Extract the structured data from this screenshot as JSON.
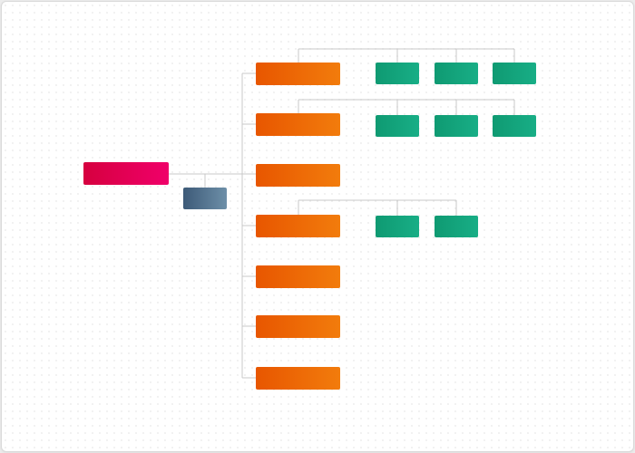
{
  "diagram": {
    "root": {
      "id": "root",
      "label": ""
    },
    "hub": {
      "id": "hub",
      "label": ""
    },
    "branches": [
      {
        "id": "b1",
        "label": "",
        "children": [
          {
            "id": "b1-l1",
            "label": ""
          },
          {
            "id": "b1-l2",
            "label": ""
          },
          {
            "id": "b1-l3",
            "label": ""
          }
        ]
      },
      {
        "id": "b2",
        "label": "",
        "children": [
          {
            "id": "b2-l1",
            "label": ""
          },
          {
            "id": "b2-l2",
            "label": ""
          },
          {
            "id": "b2-l3",
            "label": ""
          }
        ]
      },
      {
        "id": "b3",
        "label": "",
        "children": []
      },
      {
        "id": "b4",
        "label": "",
        "children": [
          {
            "id": "b4-l1",
            "label": ""
          },
          {
            "id": "b4-l2",
            "label": ""
          }
        ]
      },
      {
        "id": "b5",
        "label": "",
        "children": []
      },
      {
        "id": "b6",
        "label": "",
        "children": []
      },
      {
        "id": "b7",
        "label": "",
        "children": []
      }
    ]
  },
  "colors": {
    "root": "#e6004f",
    "hub": "#4f6f8c",
    "branch": "#ee6a06",
    "leaf": "#13a37b",
    "connector": "#c8c8c8"
  }
}
